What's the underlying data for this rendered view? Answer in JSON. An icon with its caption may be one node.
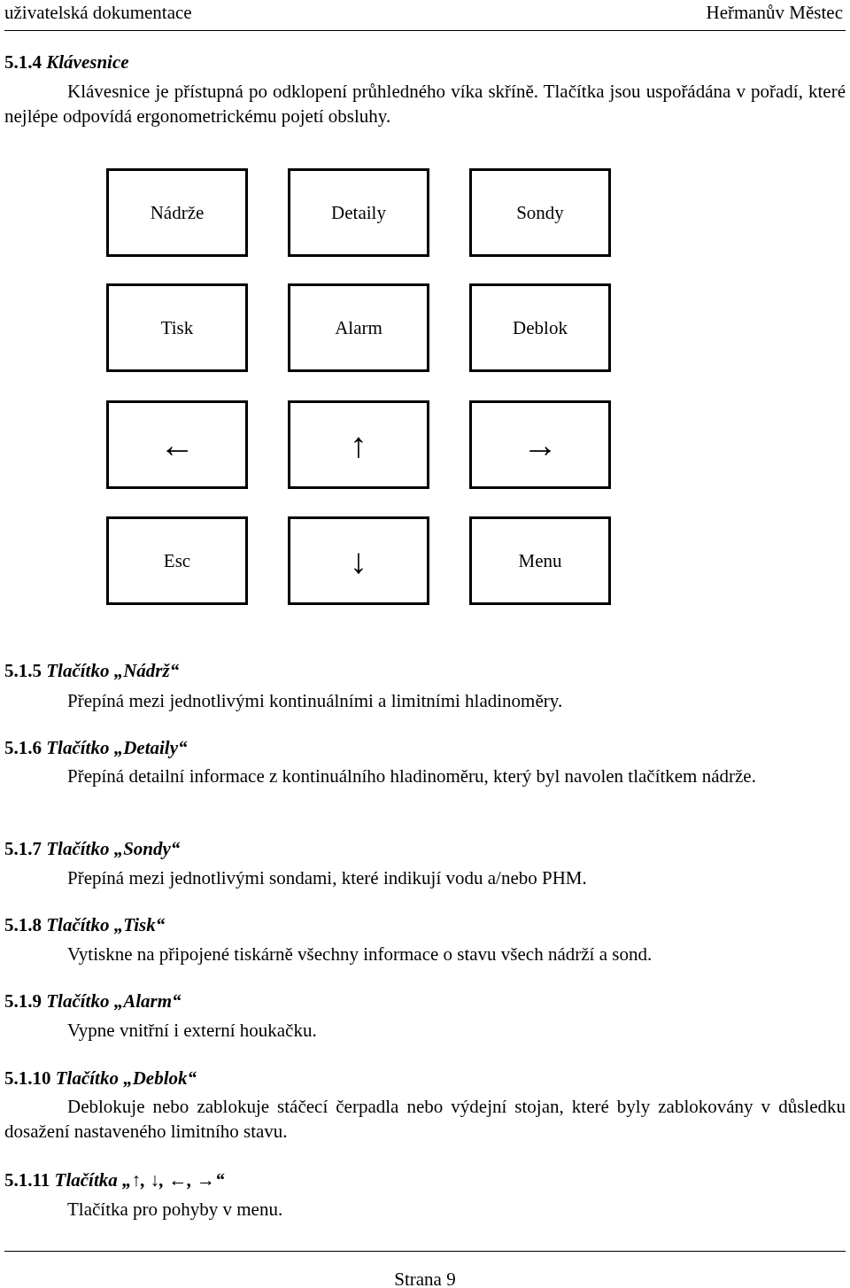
{
  "diagram": {
    "nodes": [
      {
        "text": [
          "Nádrže"
        ]
      },
      {
        "text": [
          "Detaily"
        ]
      },
      {
        "text": [
          "Sondy"
        ]
      },
      {
        "text": [
          "Tisk"
        ]
      },
      {
        "text": [
          "Alarm"
        ]
      },
      {
        "text": [
          "Deblok"
        ]
      },
      {
        "text": [
          "←"
        ]
      },
      {
        "text": [
          "↑"
        ]
      },
      {
        "text": [
          "→"
        ]
      },
      {
        "text": [
          "Esc"
        ]
      },
      {
        "text": [
          "↓"
        ]
      },
      {
        "text": [
          "Menu"
        ]
      }
    ],
    "labels": [
      "uživatelská dokumentace",
      "Heřmanův Městec",
      "5.1.4 *Klávesnice*",
      "Klávesnice je přístupná po odklopení průhledného víka skříně. Tlačítka jsou uspořádána v pořadí, které nejlépe odpovídá ergonometrickému pojetí obsluhy.",
      "5.1.5 *Tlačítko „Nádrž“*",
      "Přepíná mezi jednotlivými kontinuálními a limitními hladinoměry.",
      "5.1.6 *Tlačítko „Detaily“*",
      "Přepíná detailní informace z kontinuálního hladinoměru, který byl navolen tlačítkem nádrže.",
      "5.1.7 *Tlačítko „Sondy“*",
      "Přepíná mezi jednotlivými sondami, které indikují vodu a/nebo PHM.",
      "5.1.8 *Tlačítko „Tisk“*",
      "Vytiskne na připojené tiskárně všechny informace o stavu všech nádrží a sond.",
      "5.1.9 *Tlačítko „Alarm“*",
      "Vypne vnitřní i externí houkačku.",
      "5.1.10 *Tlačítko „Deblok“*",
      "Deblokuje nebo zablokuje stáčecí čerpadla nebo výdejní stojan, které byly zablokovány v důsledku dosažení nastaveného limitního stavu.",
      "5.1.11 *Tlačítka „↑, ↓, ←, →“*",
      "Tlačítka pro pohyby v menu.",
      "Strana 9"
    ]
  }
}
